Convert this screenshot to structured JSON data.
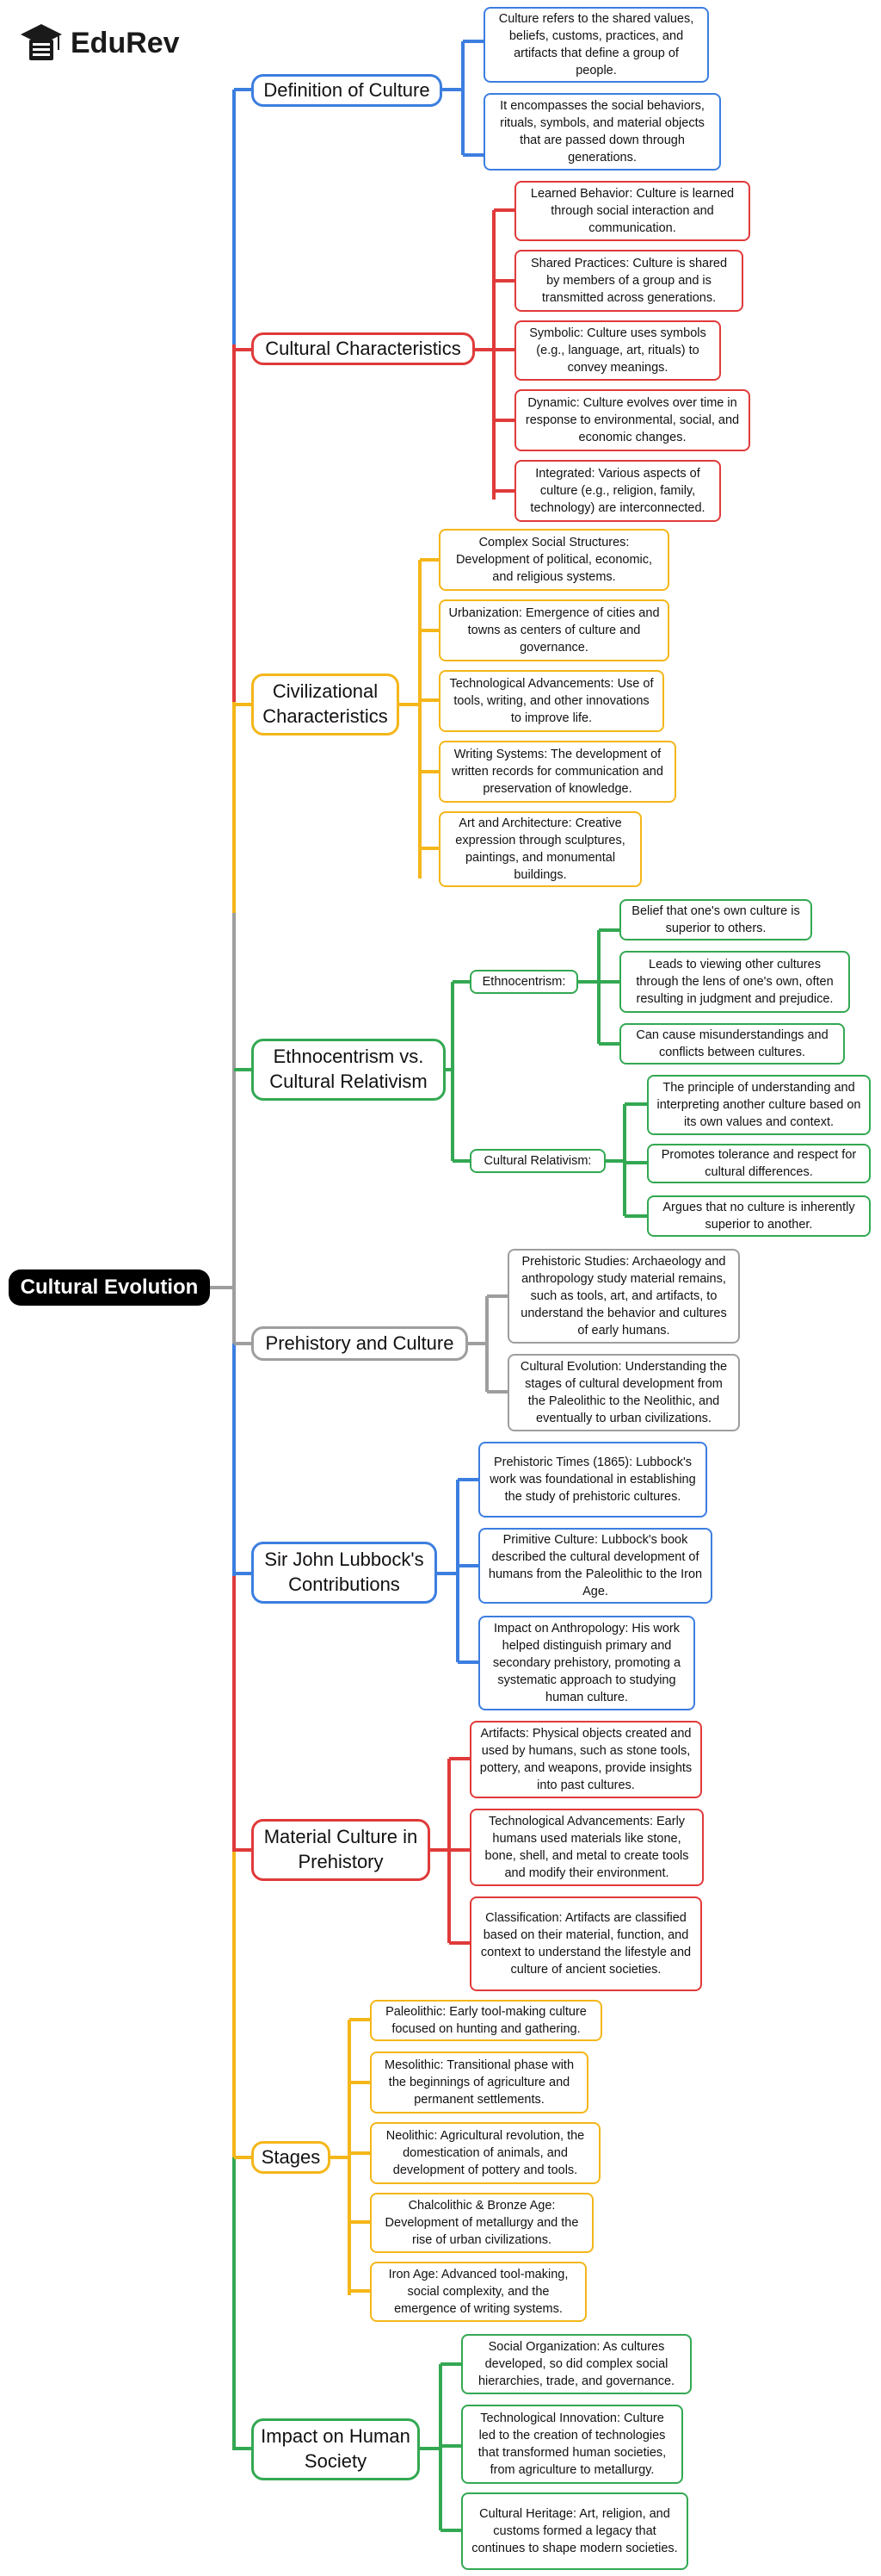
{
  "logo": {
    "text": "EduRev"
  },
  "root": {
    "label": "Cultural Evolution"
  },
  "branches": [
    {
      "label": "Definition of Culture",
      "leaves": [
        "Culture refers to the shared values, beliefs, customs, practices, and artifacts that define a group of people.",
        "It encompasses the social behaviors, rituals, symbols, and material objects that are passed down through generations."
      ]
    },
    {
      "label": "Cultural Characteristics",
      "leaves": [
        "Learned Behavior: Culture is learned through social interaction and communication.",
        "Shared Practices: Culture is shared by members of a group and is transmitted across generations.",
        "Symbolic: Culture uses symbols (e.g., language, art, rituals) to convey meanings.",
        "Dynamic: Culture evolves over time in response to environmental, social, and economic changes.",
        "Integrated: Various aspects of culture (e.g., religion, family, technology) are interconnected."
      ]
    },
    {
      "label": "Civilizational Characteristics",
      "leaves": [
        "Complex Social Structures: Development of political, economic, and religious systems.",
        "Urbanization: Emergence of cities and towns as centers of culture and governance.",
        "Technological Advancements: Use of tools, writing, and other innovations to improve life.",
        "Writing Systems: The development of written records for communication and preservation of knowledge.",
        "Art and Architecture: Creative expression through sculptures, paintings, and monumental buildings."
      ]
    },
    {
      "label": "Ethnocentrism vs. Cultural Relativism",
      "subs": [
        {
          "label": "Ethnocentrism:",
          "leaves": [
            "Belief that one's own culture is superior to others.",
            "Leads to viewing other cultures through the lens of one's own, often resulting in judgment and prejudice.",
            "Can cause misunderstandings and conflicts between cultures."
          ]
        },
        {
          "label": "Cultural Relativism:",
          "leaves": [
            "The principle of understanding and interpreting another culture based on its own values and context.",
            "Promotes tolerance and respect for cultural differences.",
            "Argues that no culture is inherently superior to another."
          ]
        }
      ]
    },
    {
      "label": "Prehistory and Culture",
      "leaves": [
        "Prehistoric Studies: Archaeology and anthropology study material remains, such as tools, art, and artifacts, to understand the behavior and cultures of early humans.",
        "Cultural Evolution: Understanding the stages of cultural development from the Paleolithic to the Neolithic, and eventually to urban civilizations."
      ]
    },
    {
      "label": "Sir John Lubbock's Contributions",
      "leaves": [
        "Prehistoric Times (1865): Lubbock's work was foundational in establishing the study of prehistoric cultures.",
        "Primitive Culture: Lubbock's book described the cultural development of humans from the Paleolithic to the Iron Age.",
        "Impact on Anthropology: His work helped distinguish primary and secondary prehistory, promoting a systematic approach to studying human culture."
      ]
    },
    {
      "label": "Material Culture in Prehistory",
      "leaves": [
        "Artifacts: Physical objects created and used by humans, such as stone tools, pottery, and weapons, provide insights into past cultures.",
        "Technological Advancements: Early humans used materials like stone, bone, shell, and metal to create tools and modify their environment.",
        "Classification: Artifacts are classified based on their material, function, and context to understand the lifestyle and culture of ancient societies."
      ]
    },
    {
      "label": "Stages",
      "leaves": [
        "Paleolithic: Early tool-making culture focused on hunting and gathering.",
        "Mesolithic: Transitional phase with the beginnings of agriculture and permanent settlements.",
        "Neolithic: Agricultural revolution, the domestication of animals, and development of pottery and tools.",
        "Chalcolithic & Bronze Age: Development of metallurgy and the rise of urban civilizations.",
        "Iron Age: Advanced tool-making, social complexity, and the emergence of writing systems."
      ]
    },
    {
      "label": "Impact on Human Society",
      "leaves": [
        "Social Organization: As cultures developed, so did complex social hierarchies, trade, and governance.",
        "Technological Innovation: Culture led to the creation of technologies that transformed human societies, from agriculture to metallurgy.",
        "Cultural Heritage: Art, religion, and customs formed a legacy that continues to shape modern societies."
      ]
    }
  ],
  "colors": {
    "blue": "#3c7ee0",
    "red": "#e03a3a",
    "yellow": "#f4b619",
    "green": "#33a852",
    "gray": "#9e9e9e",
    "root": "#000000"
  }
}
